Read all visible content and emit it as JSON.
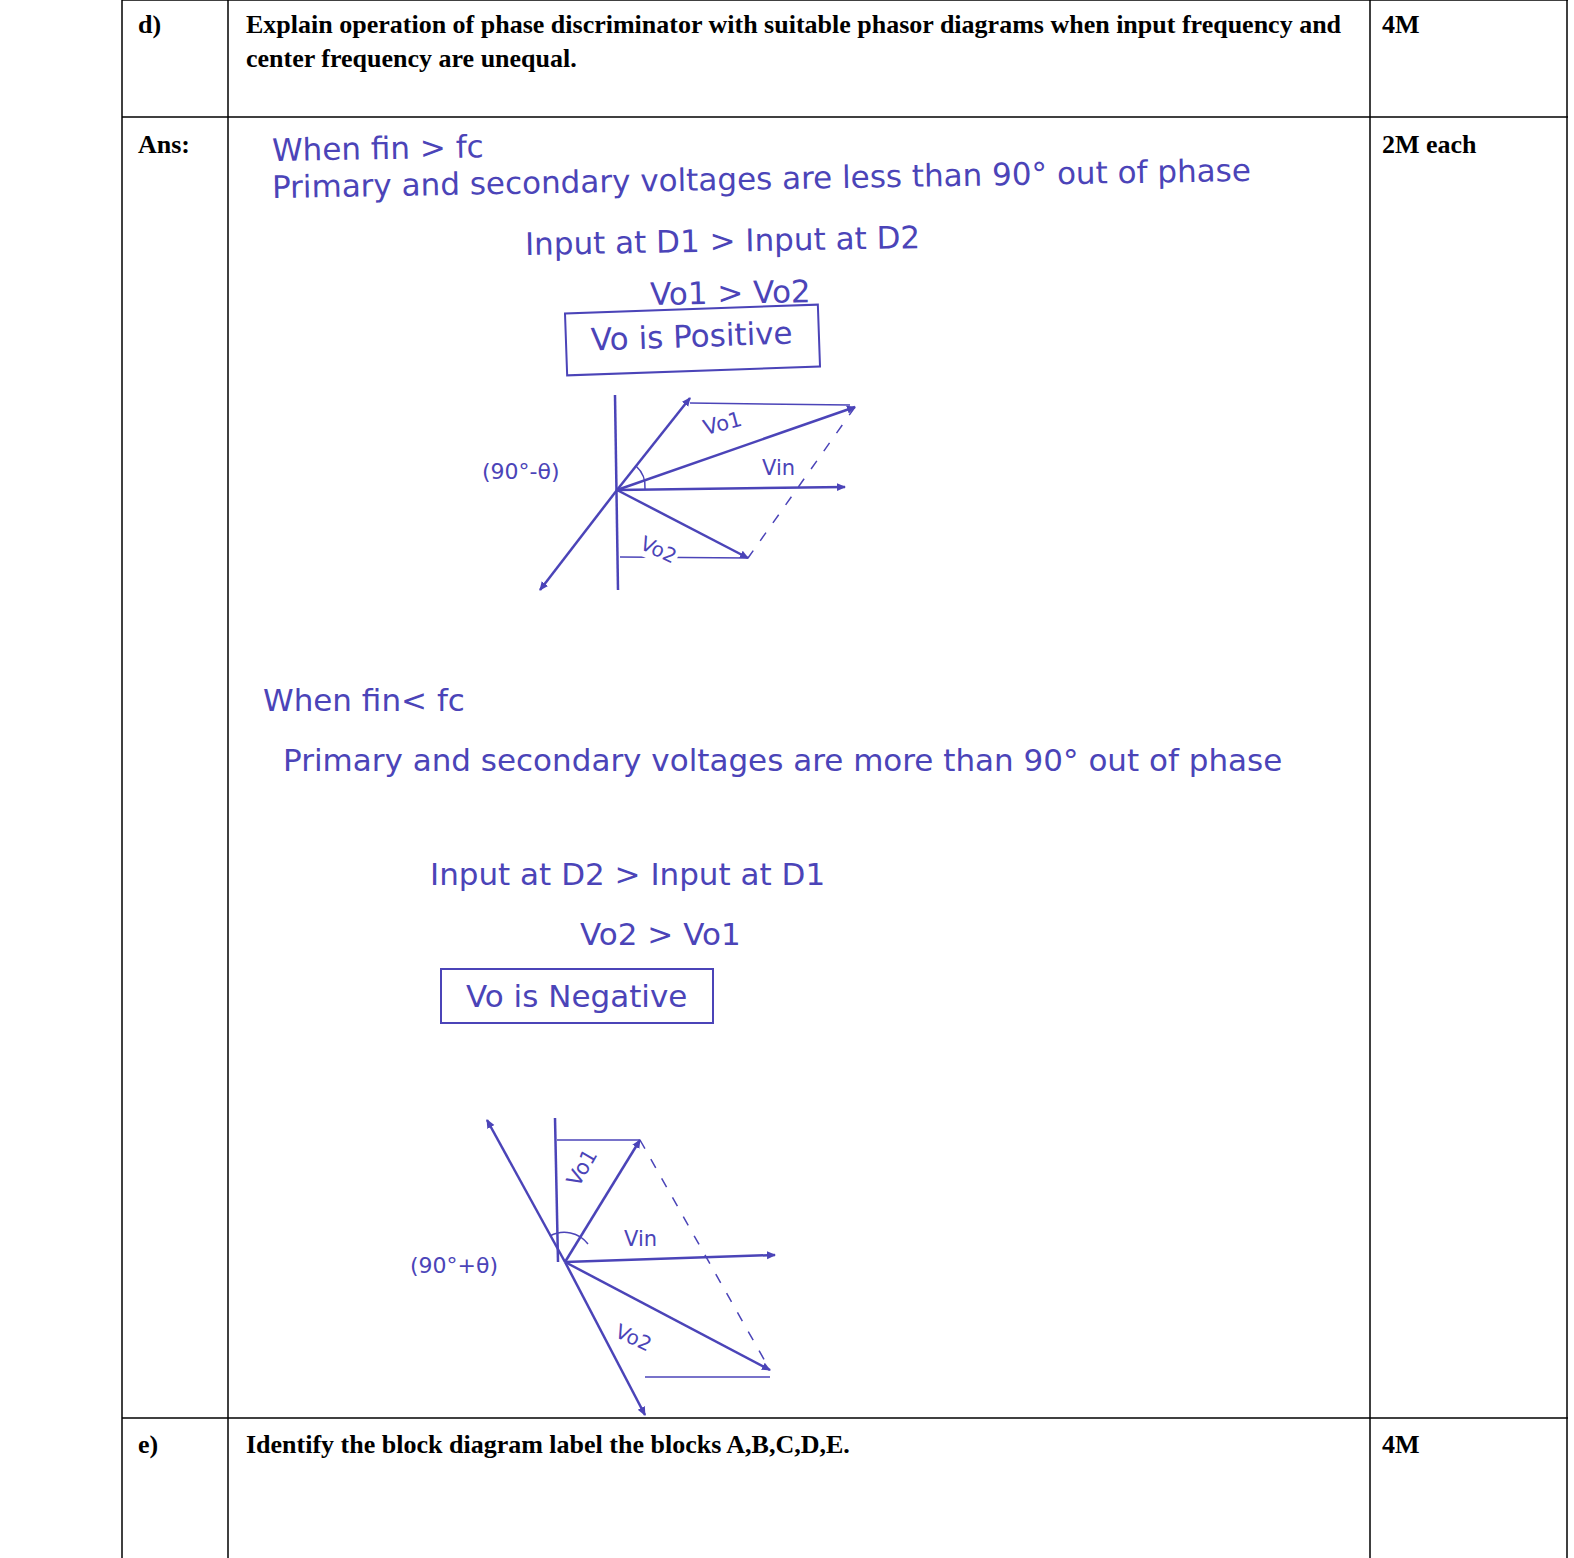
{
  "diagram": {
    "nodes": [
      {
        "text": [
          "Vo is Positive"
        ]
      },
      {
        "text": [
          "Vo is Negative"
        ]
      }
    ],
    "labels": [
      "d)",
      "Explain operation of phase discriminator with suitable phasor diagrams when input frequency and center frequency are unequal.",
      "4M",
      "Ans:",
      "When fin > fc",
      "Primary and secondary voltages are less than 90° out of phase",
      "Input at D1 > Input at D2",
      "Vo1 > Vo2",
      "2M each",
      "Vo1",
      "(90°-θ)",
      "Vin",
      "Vo2",
      "When fin< fc",
      "Primary and secondary voltages are more than 90° out of phase",
      "Input at D2 > Input at D1",
      "Vo2 > Vo1",
      "Vo1",
      "Vin",
      "(90°+θ)",
      "Vo2",
      "e)",
      "Identify the block diagram label the blocks A,B,C,D,E.",
      "4M"
    ]
  }
}
